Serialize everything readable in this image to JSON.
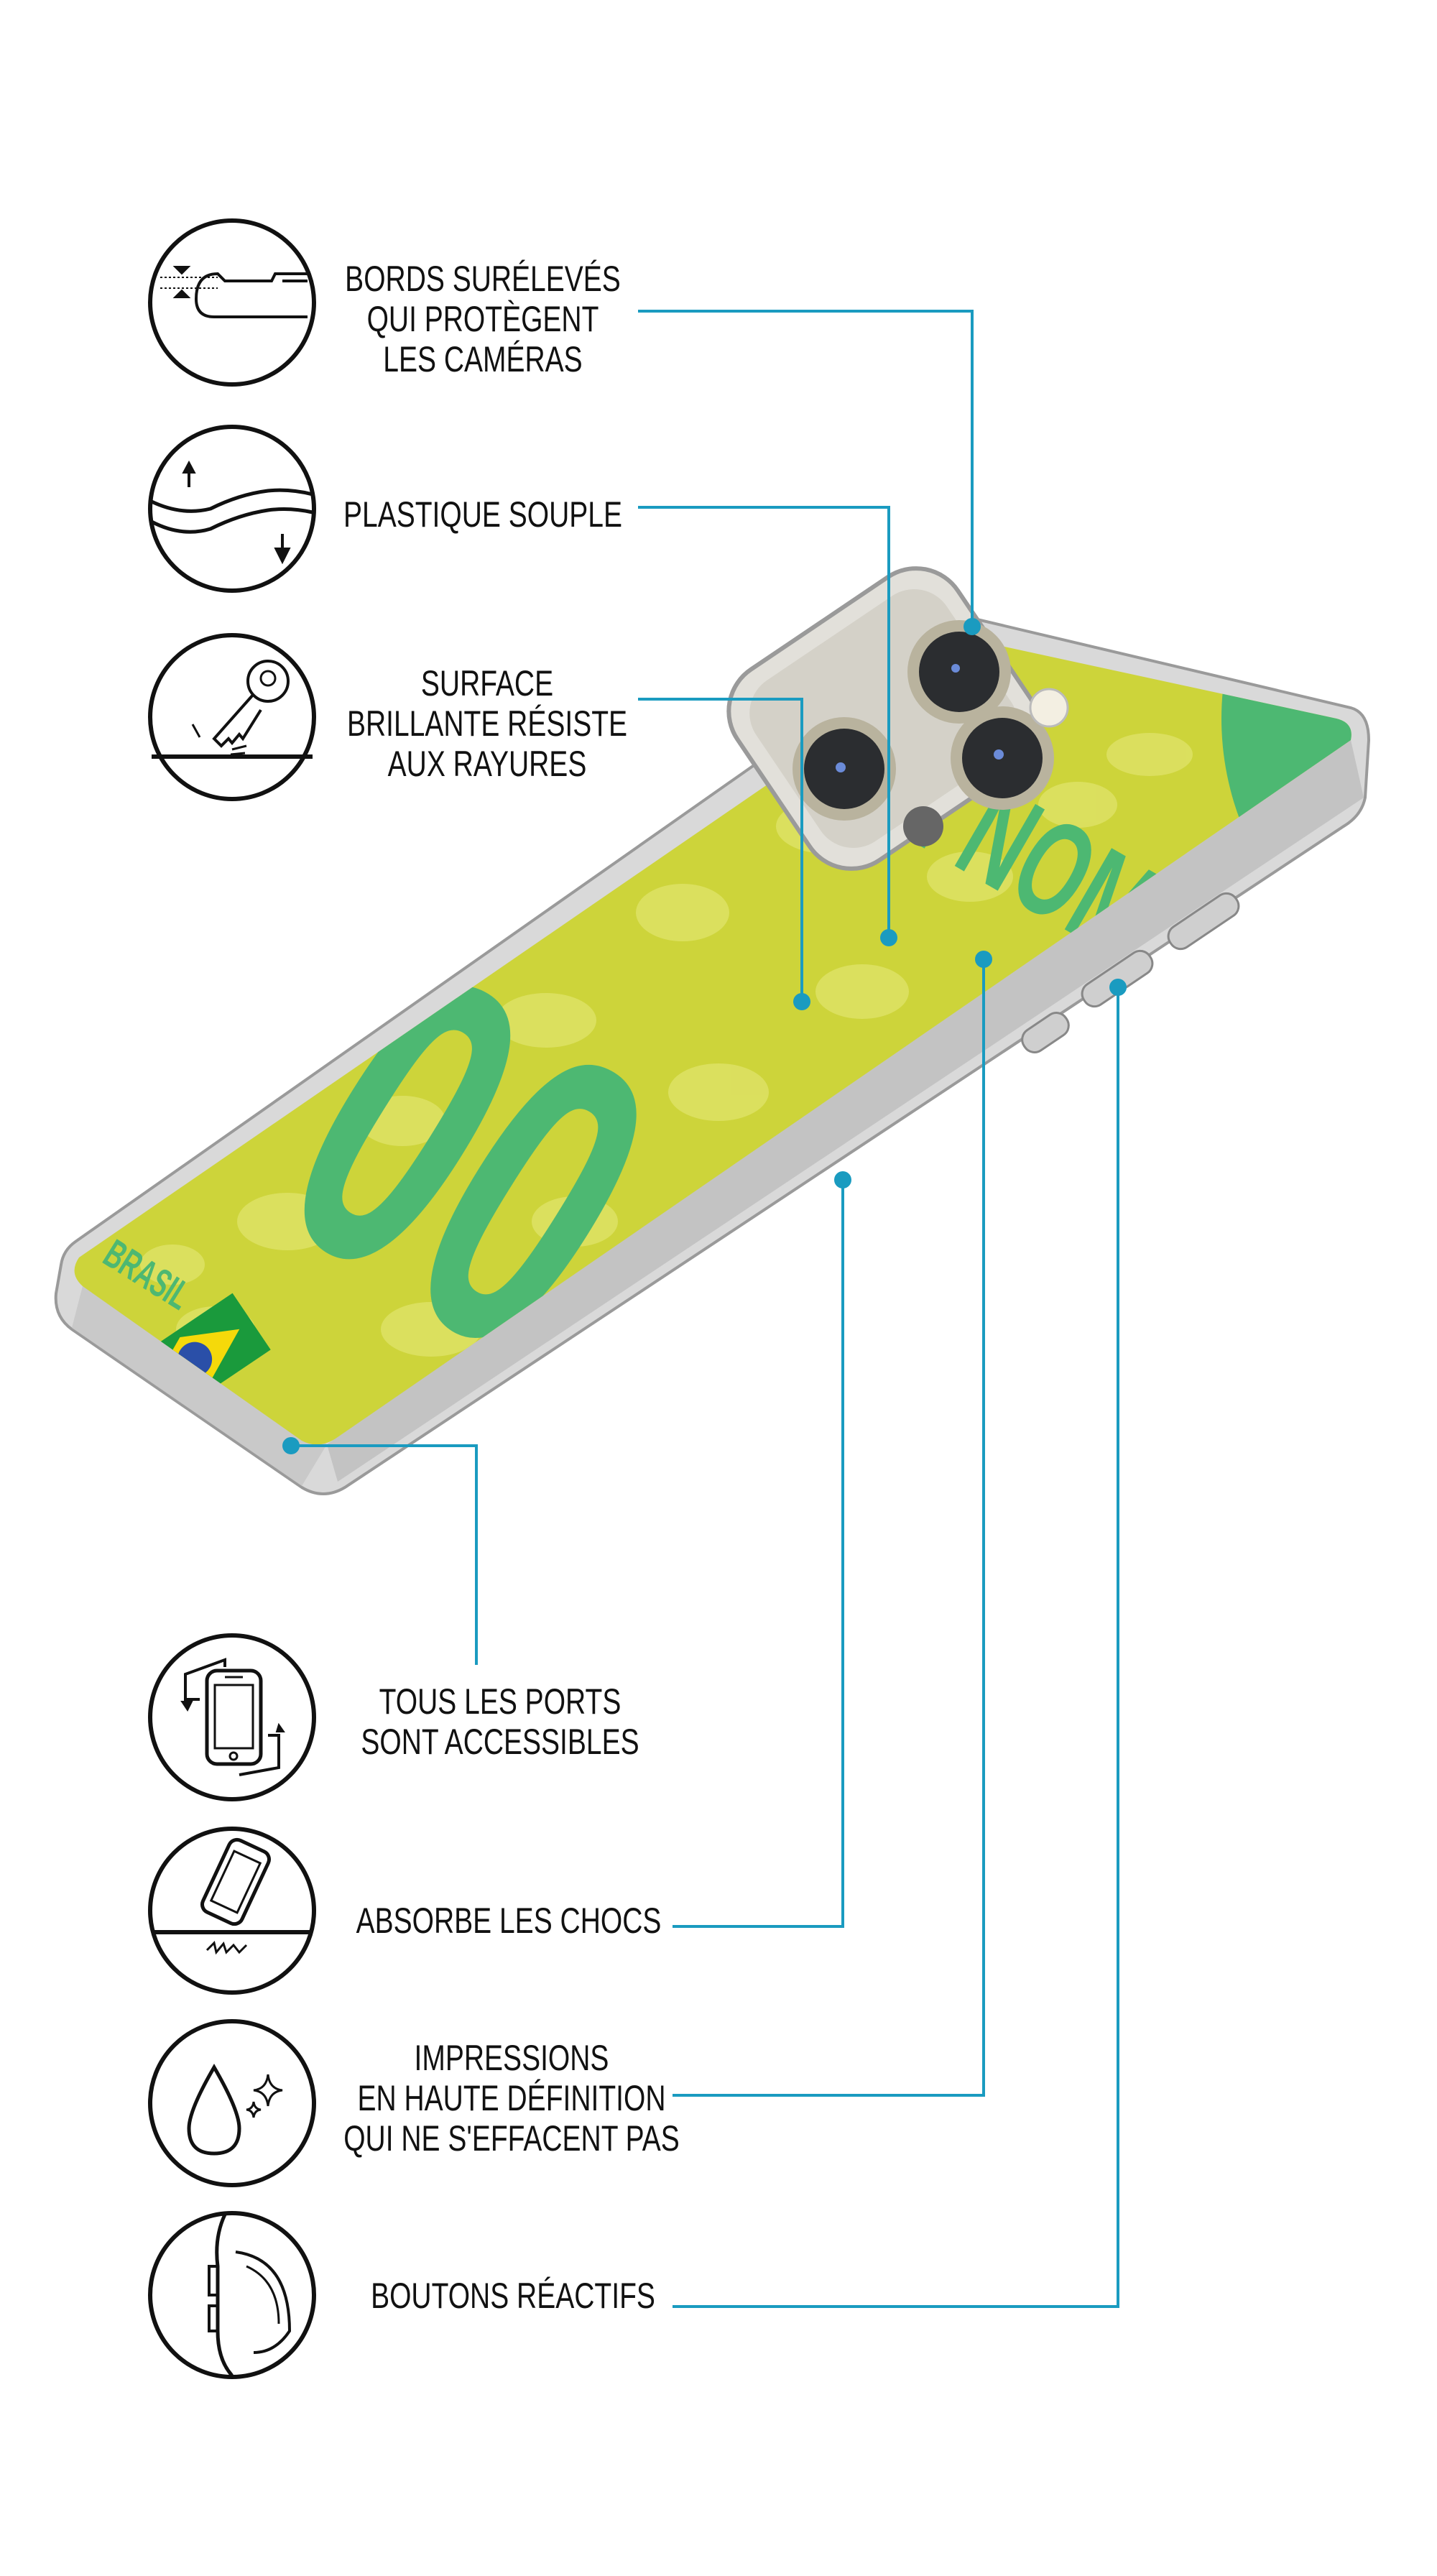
{
  "colors": {
    "callout_line": "#1a9bc0",
    "case_yellow": "#cdd43a",
    "case_pattern": "#dde163",
    "case_green": "#4db872",
    "icon_stroke": "#111111"
  },
  "features": [
    {
      "icon": "raised-edges-icon",
      "lines": [
        "BORDS SURÉLEVÉS",
        "QUI PROTÈGENT",
        "LES CAMÉRAS"
      ]
    },
    {
      "icon": "flexible-plastic-icon",
      "lines": [
        "PLASTIQUE SOUPLE"
      ]
    },
    {
      "icon": "scratch-resistant-key-icon",
      "lines": [
        "SURFACE",
        "BRILLANTE RÉSISTE",
        "AUX RAYURES"
      ]
    },
    {
      "icon": "phone-rotate-ports-icon",
      "lines": [
        "TOUS LES PORTS",
        "SONT ACCESSIBLES"
      ]
    },
    {
      "icon": "shock-absorb-phone-icon",
      "lines": [
        "ABSORBE LES CHOCS"
      ]
    },
    {
      "icon": "water-drop-sparkle-icon",
      "lines": [
        "IMPRESSIONS",
        "EN HAUTE DÉFINITION",
        "QUI NE S'EFFACENT PAS"
      ]
    },
    {
      "icon": "side-buttons-icon",
      "lines": [
        "BOUTONS RÉACTIFS"
      ]
    }
  ],
  "phone_case": {
    "name_text": "TON NOM",
    "number_text": "00",
    "country_text": "BRASIL"
  }
}
